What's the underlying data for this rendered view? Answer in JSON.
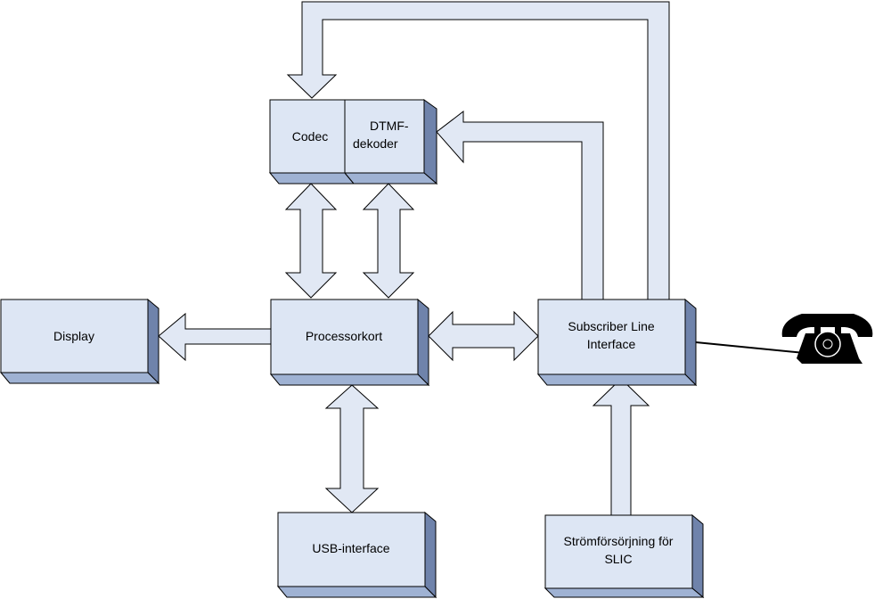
{
  "colors": {
    "block_face": "#dde6f4",
    "block_edge": "#9fb2d3",
    "block_shadow": "#6f83ab",
    "outline": "#000000",
    "arrow_fill": "#e1e8f4"
  },
  "blocks": {
    "codec": {
      "label": "Codec"
    },
    "dtmf": {
      "label_line1": "DTMF-",
      "label_line2": "dekoder"
    },
    "display": {
      "label": "Display"
    },
    "processor": {
      "label": "Processorkort"
    },
    "slic": {
      "label_line1": "Subscriber Line",
      "label_line2": "Interface"
    },
    "usb": {
      "label": "USB-interface"
    },
    "power": {
      "label_line1": "Strömförsörjning för",
      "label_line2": "SLIC"
    }
  },
  "icons": {
    "telephone": "telephone-icon"
  }
}
